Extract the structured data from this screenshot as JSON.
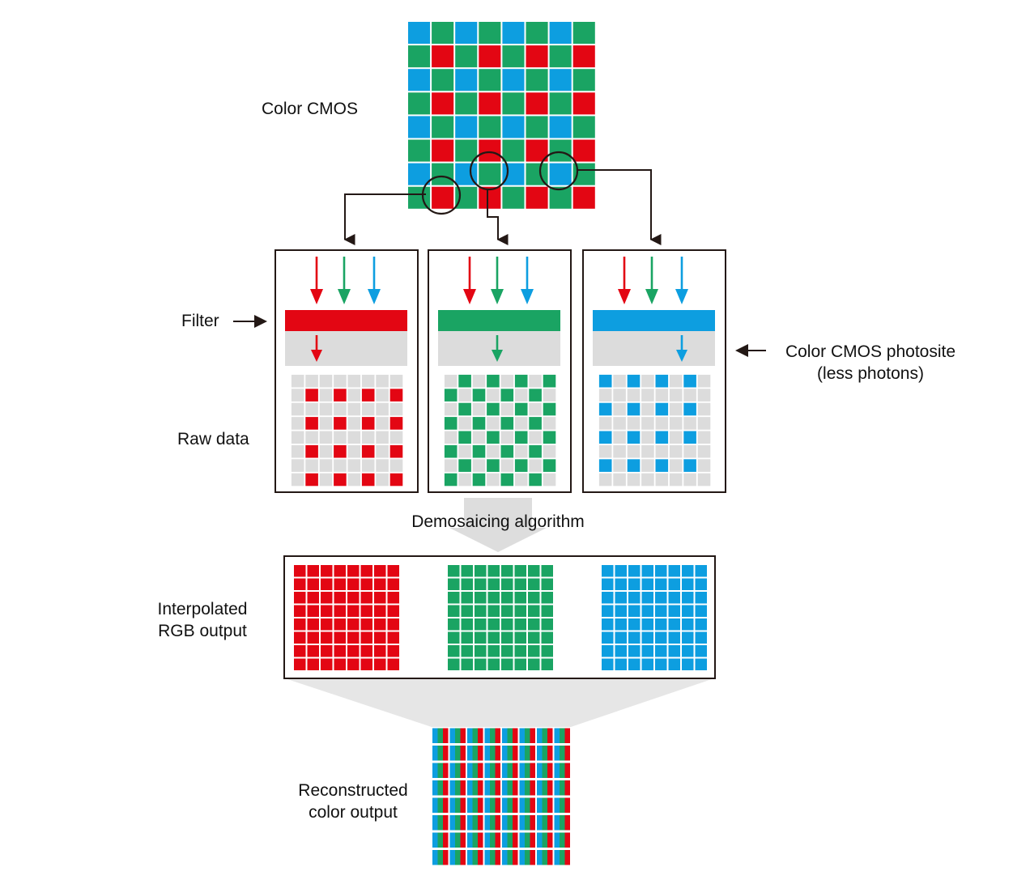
{
  "labels": {
    "color_cmos": "Color CMOS",
    "filter": "Filter",
    "raw_data": "Raw data",
    "photosite_line1": "Color CMOS photosite",
    "photosite_line2": "(less photons)",
    "demosaicing": "Demosaicing algorithm",
    "interpolated_line1": "Interpolated",
    "interpolated_line2": "RGB output",
    "reconstructed_line1": "Reconstructed",
    "reconstructed_line2": "color output"
  },
  "colors": {
    "red": "#e30613",
    "green": "#1aa463",
    "blue": "#0d9ee0",
    "gray": "#dcdcdc",
    "line": "#231815"
  },
  "bayer_pattern": [
    "BGBGBGBG",
    "GRGRGRGR"
  ],
  "channels": [
    "red",
    "green",
    "blue"
  ]
}
